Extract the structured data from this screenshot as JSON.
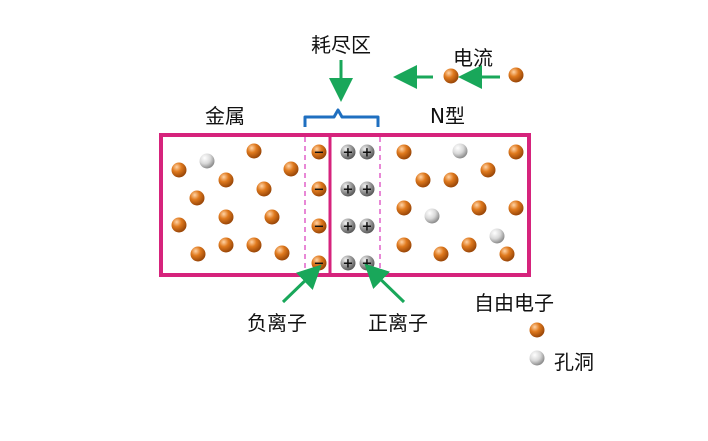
{
  "labels": {
    "depletion_region": "耗尽区",
    "current": "电流",
    "metal": "金属",
    "n_type": "N型",
    "negative_ion": "负离子",
    "positive_ion": "正离子",
    "free_electron": "自由电子",
    "hole": "孔洞"
  },
  "symbols": {
    "minus": "−",
    "plus": "+"
  },
  "colors": {
    "box_border": "#d6237c",
    "dashed_line": "#e060c8",
    "brace": "#1f6fc0",
    "arrow": "#19a75a",
    "electron": "#e07a1e",
    "hole": "#d5d5d5",
    "ion": "#8a8a8a"
  }
}
